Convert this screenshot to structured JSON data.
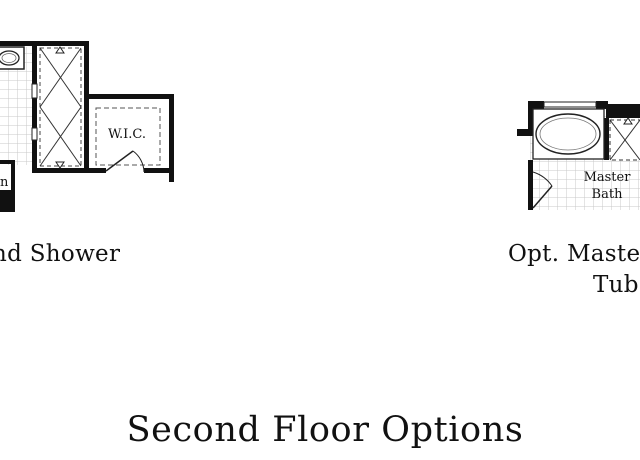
{
  "title": "Second Floor Options",
  "options": [
    {
      "caption": "nd Shower"
    },
    {
      "caption_lines": [
        "Opt. Maste",
        "Tub"
      ]
    }
  ],
  "room_labels": {
    "wic": "W.I.C.",
    "master_bath": [
      "Master",
      "Bath"
    ],
    "cut_off": "n"
  }
}
